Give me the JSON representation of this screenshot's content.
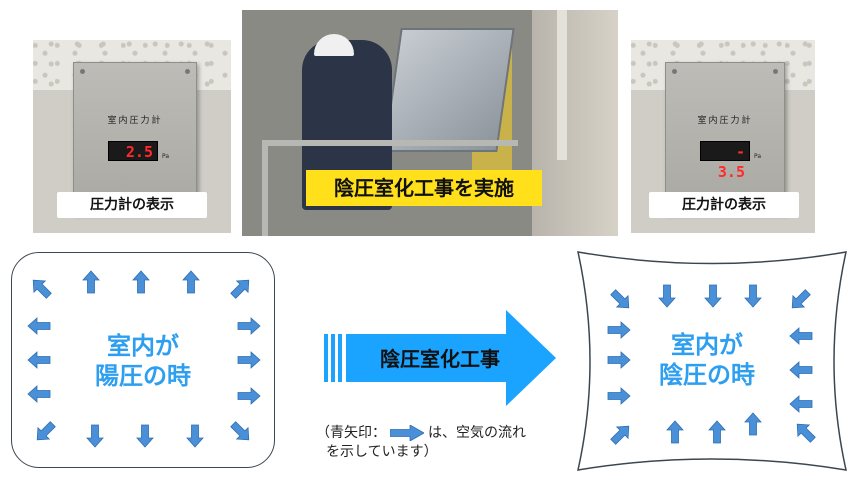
{
  "photos": {
    "left": {
      "gauge_title": "室内圧力計",
      "gauge_value": "2.5",
      "gauge_unit": "Pa",
      "caption": "圧力計の表示"
    },
    "center": {
      "caption": "陰圧室化工事を実施"
    },
    "right": {
      "gauge_title": "室内圧力計",
      "gauge_value": "- 3.5",
      "gauge_unit": "Pa",
      "caption": "圧力計の表示"
    }
  },
  "diagram": {
    "left_panel": {
      "line1": "室内が",
      "line2": "陽圧の時",
      "arrow_direction": "outward"
    },
    "middle_arrow_label": "陰圧室化工事",
    "right_panel": {
      "line1": "室内が",
      "line2": "陰圧の時",
      "arrow_direction": "inward"
    },
    "legend": {
      "prefix": "（青矢印：",
      "suffix": "は、空気の流れ",
      "line2": "を示しています）"
    }
  },
  "colors": {
    "arrow_blue": "#4a90d9",
    "text_blue": "#2e9ff0",
    "caption_yellow": "#ffe01a",
    "big_arrow": "#1aa3ff"
  }
}
